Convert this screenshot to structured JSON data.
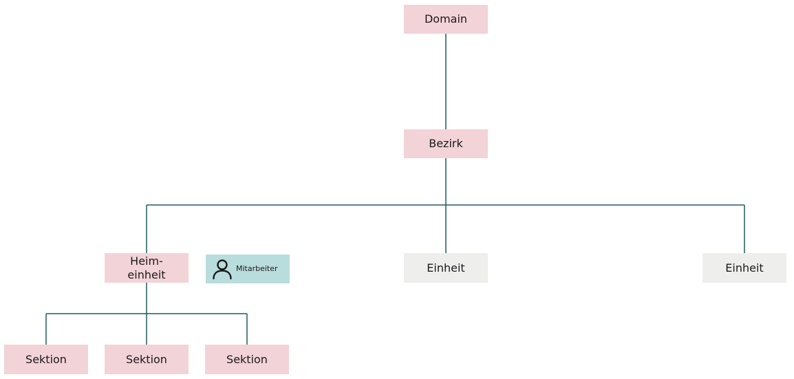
{
  "diagram": {
    "line_color": "#1f5a5a",
    "colors": {
      "pink": "#f2d3d7",
      "gray": "#eeefed",
      "teal": "#b9dcdc"
    },
    "nodes": {
      "domain": "Domain",
      "bezirk": "Bezirk",
      "heimeinheit_line1": "Heim-",
      "heimeinheit_line2": "einheit",
      "mitarbeiter": "Mitarbeiter",
      "einheit_1": "Einheit",
      "einheit_2": "Einheit",
      "sektion_1": "Sektion",
      "sektion_2": "Sektion",
      "sektion_3": "Sektion"
    },
    "icons": {
      "mitarbeiter": "user-icon"
    }
  }
}
